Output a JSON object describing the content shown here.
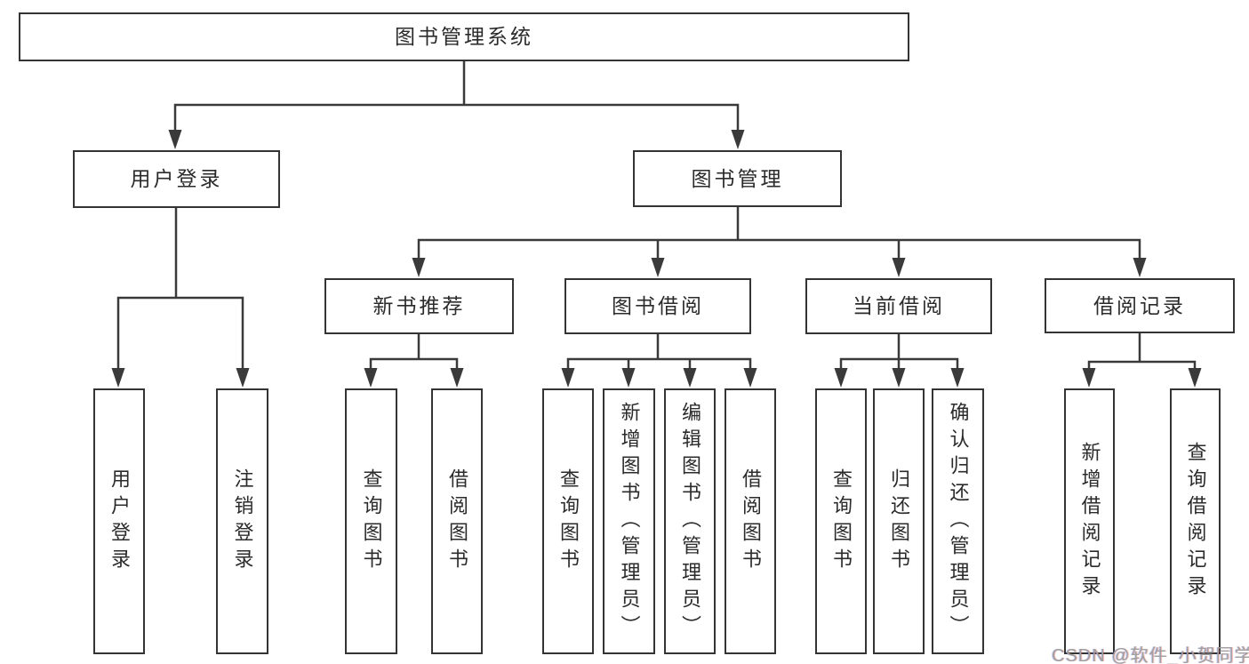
{
  "watermark": {
    "text": "CSDN @软件_小贺同学"
  },
  "colors": {
    "background": "#ffffff",
    "line": "#3a3a3a",
    "box_border": "#343434",
    "text": "#2b2b2b",
    "watermark": "#a0a0a0"
  },
  "diagram": {
    "type": "tree",
    "direction": "top-down",
    "root": {
      "label": "图书管理系统",
      "children": [
        {
          "label": "用户登录",
          "children": [
            {
              "label": "用户登录"
            },
            {
              "label": "注销登录"
            }
          ]
        },
        {
          "label": "图书管理",
          "children": [
            {
              "label": "新书推荐",
              "children": [
                {
                  "label": "查询图书"
                },
                {
                  "label": "借阅图书"
                }
              ]
            },
            {
              "label": "图书借阅",
              "children": [
                {
                  "label": "查询图书"
                },
                {
                  "label": "新增图书（管理员）"
                },
                {
                  "label": "编辑图书（管理员）"
                },
                {
                  "label": "借阅图书"
                }
              ]
            },
            {
              "label": "当前借阅",
              "children": [
                {
                  "label": "查询图书"
                },
                {
                  "label": "归还图书"
                },
                {
                  "label": "确认归还（管理员）"
                }
              ]
            },
            {
              "label": "借阅记录",
              "children": [
                {
                  "label": "新增借阅记录"
                },
                {
                  "label": "查询借阅记录"
                }
              ]
            }
          ]
        }
      ]
    }
  }
}
